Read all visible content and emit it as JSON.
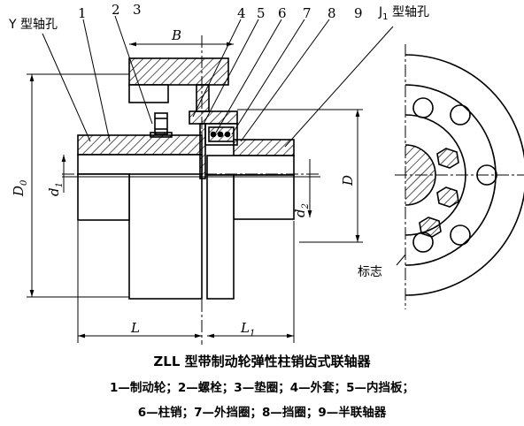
{
  "labels": {
    "y_bore": "Y 型轴孔",
    "j1_bore": "J",
    "j1_sub": "1",
    "j1_suffix": " 型轴孔",
    "part_1": "1",
    "part_2": "2",
    "part_3": "3",
    "part_4": "4",
    "part_5": "5",
    "part_6": "6",
    "part_7": "7",
    "part_8": "8",
    "part_9": "9",
    "mark": "标志"
  },
  "dimensions": {
    "B": "B",
    "D0": "D",
    "D0_sub": "0",
    "D": "D",
    "d1": "d",
    "d1_sub": "1",
    "d2": "d",
    "d2_sub": "2",
    "L": "L",
    "L1": "L",
    "L1_sub": "1"
  },
  "caption": {
    "title": "ZLL 型带制动轮弹性柱销齿式联轴器",
    "legend_line1": "1—制动轮；2—螺栓；3—垫圈；4—外套；5—内挡板；",
    "legend_line2": "6—柱销；7—外挡圈；8—挡圈；9—半联轴器"
  },
  "colors": {
    "ink": "#000000",
    "paper": "#ffffff"
  }
}
